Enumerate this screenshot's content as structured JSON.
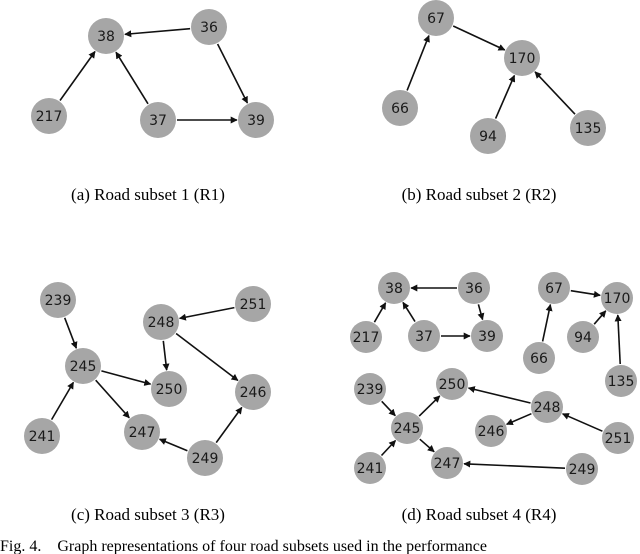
{
  "panels": [
    {
      "caption": "(a) Road subset 1 (R1)",
      "nodes": [
        "38",
        "36",
        "217",
        "37",
        "39"
      ],
      "edges": [
        [
          "36",
          "38"
        ],
        [
          "36",
          "39"
        ],
        [
          "217",
          "38"
        ],
        [
          "37",
          "38"
        ],
        [
          "37",
          "39"
        ]
      ]
    },
    {
      "caption": "(b) Road subset 2 (R2)",
      "nodes": [
        "67",
        "170",
        "66",
        "94",
        "135"
      ],
      "edges": [
        [
          "66",
          "67"
        ],
        [
          "67",
          "170"
        ],
        [
          "94",
          "170"
        ],
        [
          "135",
          "170"
        ]
      ]
    },
    {
      "caption": "(c) Road subset 3 (R3)",
      "nodes": [
        "239",
        "248",
        "251",
        "245",
        "250",
        "246",
        "241",
        "247",
        "249"
      ],
      "edges": [
        [
          "239",
          "245"
        ],
        [
          "251",
          "248"
        ],
        [
          "248",
          "250"
        ],
        [
          "248",
          "246"
        ],
        [
          "245",
          "250"
        ],
        [
          "245",
          "247"
        ],
        [
          "241",
          "245"
        ],
        [
          "249",
          "247"
        ],
        [
          "249",
          "246"
        ]
      ]
    },
    {
      "caption": "(d) Road subset 4 (R4)",
      "nodes": [
        "38",
        "36",
        "67",
        "170",
        "217",
        "37",
        "39",
        "94",
        "66",
        "135",
        "239",
        "250",
        "248",
        "245",
        "246",
        "251",
        "241",
        "247",
        "249"
      ],
      "edges": [
        [
          "36",
          "38"
        ],
        [
          "36",
          "39"
        ],
        [
          "217",
          "38"
        ],
        [
          "37",
          "38"
        ],
        [
          "37",
          "39"
        ],
        [
          "66",
          "67"
        ],
        [
          "67",
          "170"
        ],
        [
          "94",
          "170"
        ],
        [
          "135",
          "170"
        ],
        [
          "239",
          "245"
        ],
        [
          "245",
          "250"
        ],
        [
          "245",
          "247"
        ],
        [
          "241",
          "245"
        ],
        [
          "248",
          "250"
        ],
        [
          "248",
          "246"
        ],
        [
          "251",
          "248"
        ],
        [
          "249",
          "247"
        ]
      ]
    }
  ],
  "figure_caption": "Fig. 4.    Graph representations of four road subsets used in the performance"
}
